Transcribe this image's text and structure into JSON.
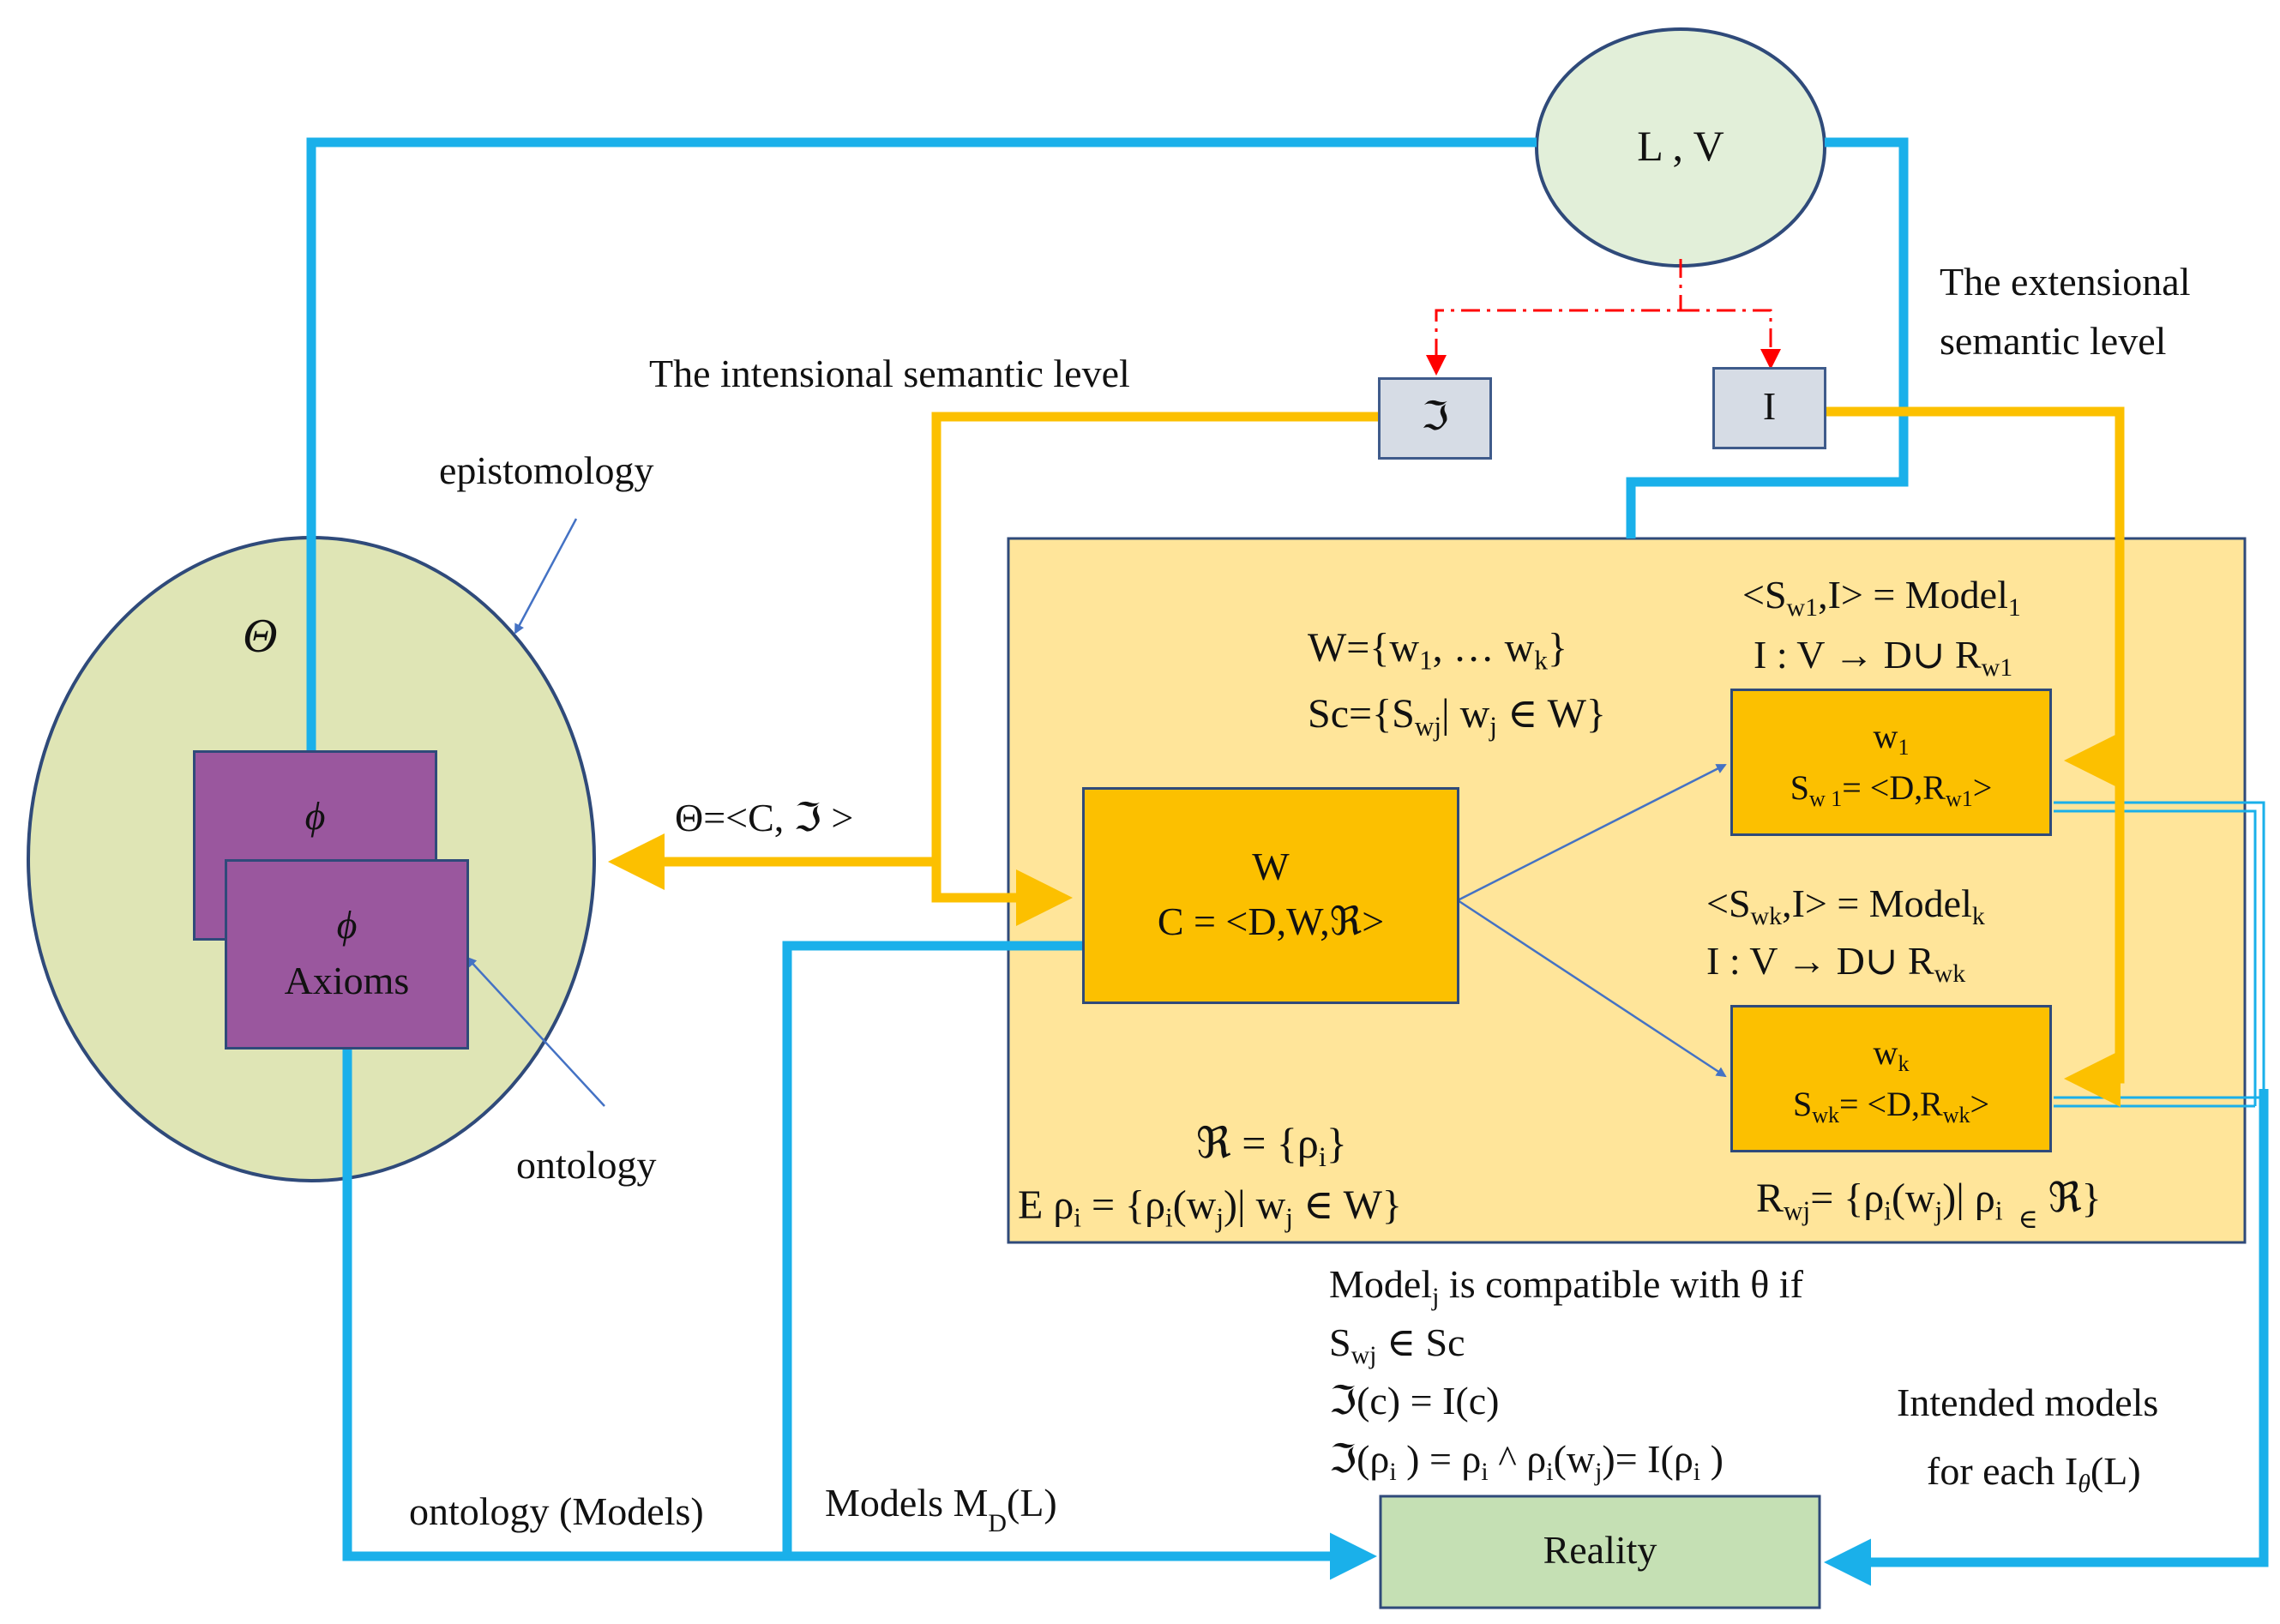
{
  "nodes": {
    "lv": "L , V",
    "frak_i_box": "ℑ",
    "i_box": "I",
    "phi_back": "ϕ",
    "phi_front": "ϕ",
    "axioms": "Axioms",
    "w_box_line1": "W",
    "w_box_line2": "C = <D,W,ℜ>",
    "w1_name": "w",
    "w1_name_sub": "1",
    "w1_s": "S",
    "w1_s_sub": "w 1",
    "w1_s_mid": "= <D,R",
    "w1_s_sub2": "w1",
    "w1_s_end": ">",
    "wk_name": "w",
    "wk_name_sub": "k",
    "wk_s": "S",
    "wk_s_sub": "wk",
    "wk_s_mid": "= <D,R",
    "wk_s_sub2": "wk",
    "wk_s_end": ">",
    "reality": "Reality"
  },
  "labels": {
    "intensional": "The intensional semantic level",
    "extensional_1": "The extensional",
    "extensional_2": "semantic level",
    "epistomology": "epistomology",
    "ontology": "ontology",
    "theta": "Θ",
    "theta_def": "Θ=<C, ℑ >",
    "ontology_models": "ontology (Models)",
    "models_md": "Models M",
    "models_md_sub": "D",
    "models_md_end": "(L)",
    "intended_1": "Intended  models",
    "intended_2": "for  each I",
    "intended_2_sub": "θ",
    "intended_2_end": "(L)"
  },
  "formulas": {
    "W_set": "W={w",
    "W_set_sub1": "1",
    "W_set_mid": ", … w",
    "W_set_sub2": "k",
    "W_set_end": "}",
    "Sc_set": "Sc={S",
    "Sc_set_sub": "wj",
    "Sc_set_mid": "| w",
    "Sc_set_sub2": "j",
    "Sc_set_end": " ∈ W}",
    "model1_a": "<S",
    "model1_sub": "w1",
    "model1_b": ",I> = Model",
    "model1_sub2": "1",
    "map1_a": "I : V → D∪ R",
    "map1_sub": "w1",
    "modelk_a": "<S",
    "modelk_sub": "wk",
    "modelk_b": ",I> = Model",
    "modelk_sub2": "k",
    "mapk_a": "I : V → D∪ R",
    "mapk_sub": "wk",
    "R_set": "ℜ = {ρ",
    "R_set_sub": "i",
    "R_set_end": "}",
    "E_rho_a": "E ρ",
    "E_rho_sub": "i",
    "E_rho_b": " = {ρ",
    "E_rho_sub2": "i",
    "E_rho_c": "(w",
    "E_rho_sub3": "j",
    "E_rho_d": ")| w",
    "E_rho_sub4": "j",
    "E_rho_e": " ∈ W}",
    "Rwj_a": "R",
    "Rwj_sub": "wj",
    "Rwj_b": "= {ρ",
    "Rwj_sub2": "i",
    "Rwj_c": "(w",
    "Rwj_sub3": "j",
    "Rwj_d": ")| ρ",
    "Rwj_sub4": "i",
    "Rwj_sub5": "∈",
    "Rwj_e": " ℜ}",
    "compat_1a": "Model",
    "compat_1sub": "j",
    "compat_1b": " is compatible with θ if",
    "compat_2a": "S",
    "compat_2sub": "wj",
    "compat_2b": " ∈ Sc",
    "compat_3": "ℑ(c) = I(c)",
    "compat_4a": "ℑ(ρ",
    "compat_4sub": "i",
    "compat_4b": " ) = ρ",
    "compat_4sub2": "i",
    "compat_4c": " ^ ρ",
    "compat_4sub3": "i",
    "compat_4d": "(w",
    "compat_4sub4": "j",
    "compat_4e": ")= I(ρ",
    "compat_4sub5": "i",
    "compat_4f": " )"
  },
  "colors": {
    "blue_line": "#1ab0ea",
    "gold_line": "#fcc000",
    "red_dash": "#ff0000",
    "ellipse_fill": "#dfe5b5",
    "panel_fill": "#ffe59a",
    "reality_fill": "#c5e0b4",
    "purple": "#9a579e",
    "gold_box": "#fcc000",
    "small_box": "#d6dce5"
  }
}
